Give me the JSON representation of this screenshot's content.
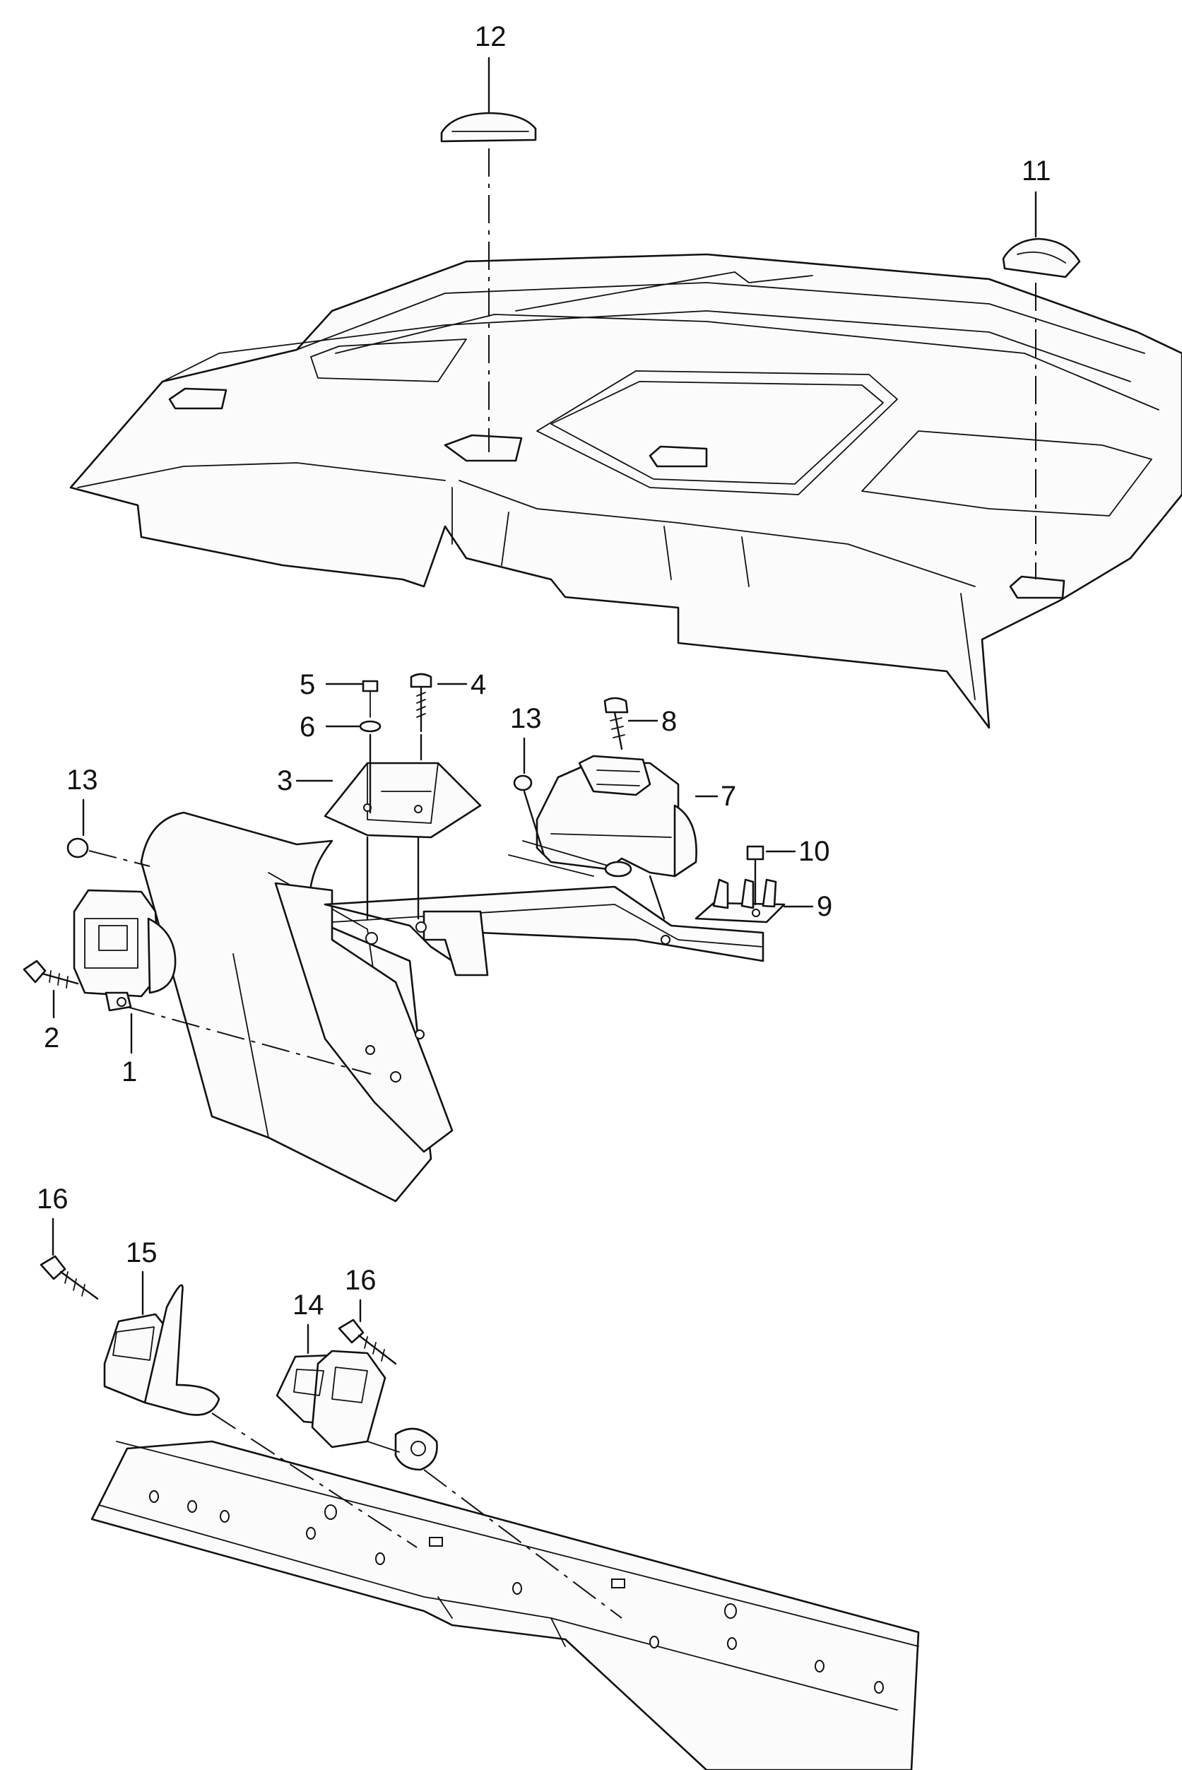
{
  "diagram": {
    "colors": {
      "line": "#111111",
      "background": "#ffffff"
    },
    "callouts": [
      {
        "id": "c12",
        "number": "12"
      },
      {
        "id": "c11",
        "number": "11"
      },
      {
        "id": "c5",
        "number": "5"
      },
      {
        "id": "c4",
        "number": "4"
      },
      {
        "id": "c6",
        "number": "6"
      },
      {
        "id": "c3",
        "number": "3"
      },
      {
        "id": "c13a",
        "number": "13"
      },
      {
        "id": "c8",
        "number": "8"
      },
      {
        "id": "c7",
        "number": "7"
      },
      {
        "id": "c10",
        "number": "10"
      },
      {
        "id": "c9",
        "number": "9"
      },
      {
        "id": "c13b",
        "number": "13"
      },
      {
        "id": "c2",
        "number": "2"
      },
      {
        "id": "c1",
        "number": "1"
      },
      {
        "id": "c16a",
        "number": "16"
      },
      {
        "id": "c15",
        "number": "15"
      },
      {
        "id": "c16b",
        "number": "16"
      },
      {
        "id": "c14",
        "number": "14"
      }
    ]
  }
}
